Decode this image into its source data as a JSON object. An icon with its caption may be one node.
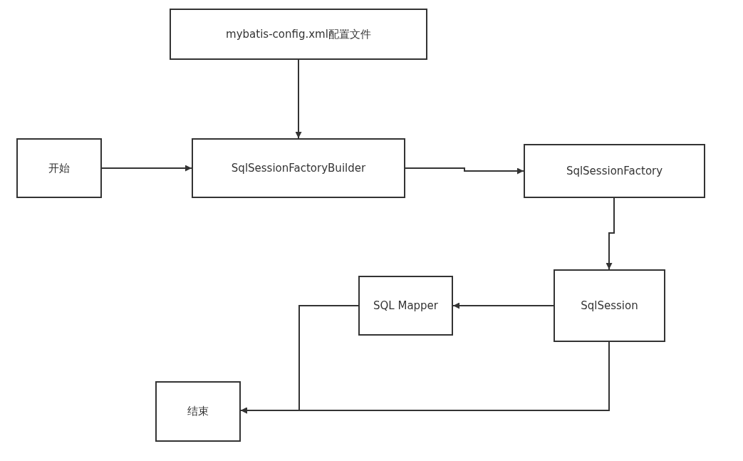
{
  "diagram": {
    "nodes": [
      {
        "text": [
          "mybatis-config.xml配置文件"
        ]
      },
      {
        "text": [
          "开始"
        ]
      },
      {
        "text": [
          "SqlSessionFactoryBuilder"
        ]
      },
      {
        "text": [
          "SqlSessionFactory"
        ]
      },
      {
        "text": [
          "SQL Mapper"
        ]
      },
      {
        "text": [
          "SqlSession"
        ]
      },
      {
        "text": [
          "结束"
        ]
      }
    ],
    "edges": [
      {
        "from": 0,
        "to": 2,
        "arrow": "to"
      },
      {
        "from": 1,
        "to": 2,
        "arrow": "to"
      },
      {
        "from": 2,
        "to": 3,
        "arrow": "to"
      },
      {
        "from": 3,
        "to": 5,
        "arrow": "to"
      },
      {
        "from": 5,
        "to": 4,
        "arrow": "to"
      },
      {
        "from": 4,
        "to": 6,
        "arrow": "to"
      },
      {
        "from": 5,
        "to": 6,
        "arrow": "to"
      }
    ]
  }
}
